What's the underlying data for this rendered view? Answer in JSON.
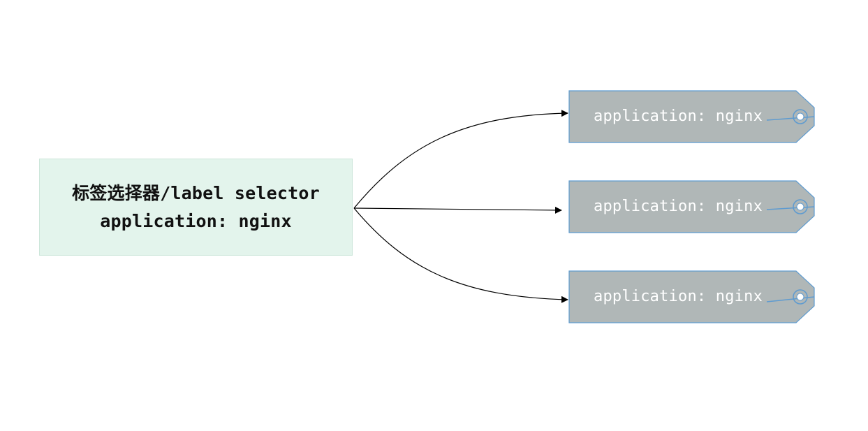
{
  "selector": {
    "line1": "标签选择器/label selector",
    "line2": "application: nginx"
  },
  "tags": [
    {
      "label": "application: nginx"
    },
    {
      "label": "application: nginx"
    },
    {
      "label": "application: nginx"
    }
  ],
  "colors": {
    "selector_fill": "#e3f4ec",
    "tag_fill": "#b0b7b7",
    "tag_border": "#5e9bd0",
    "arrow": "#000000"
  }
}
